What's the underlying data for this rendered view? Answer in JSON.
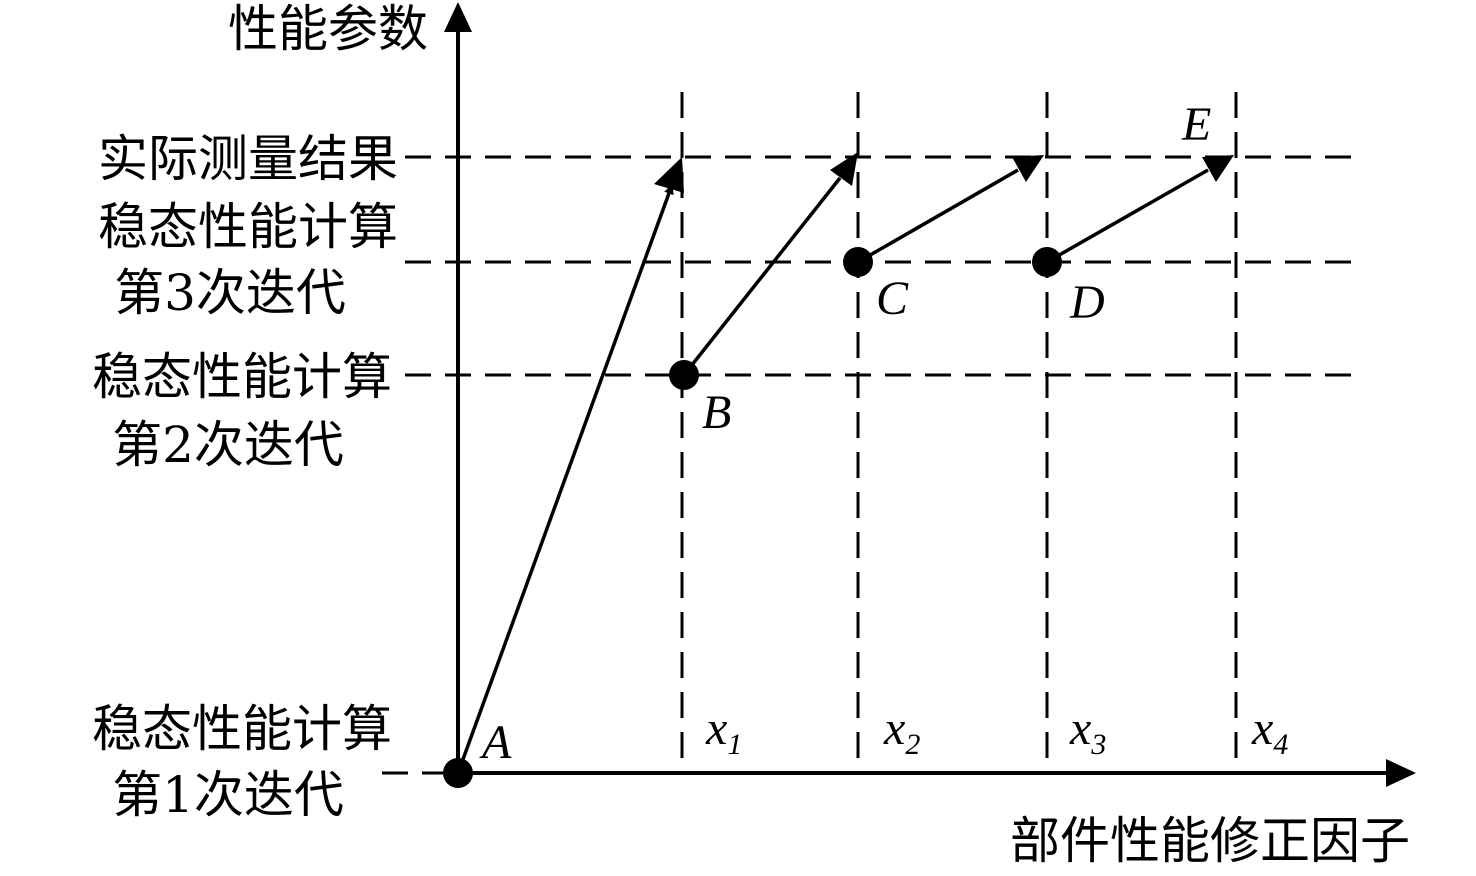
{
  "axes": {
    "y_label": "性能参数",
    "x_label": "部件性能修正因子"
  },
  "levels": {
    "measured": "实际测量结果",
    "iter3": [
      "稳态性能计算",
      "第3次迭代"
    ],
    "iter2": [
      "稳态性能计算",
      "第2次迭代"
    ],
    "iter1": [
      "稳态性能计算",
      "第1次迭代"
    ]
  },
  "points": {
    "A": "A",
    "B": "B",
    "C": "C",
    "D": "D",
    "E": "E"
  },
  "factors": [
    {
      "base": "x",
      "sub": "1"
    },
    {
      "base": "x",
      "sub": "2"
    },
    {
      "base": "x",
      "sub": "3"
    },
    {
      "base": "x",
      "sub": "4"
    }
  ]
}
